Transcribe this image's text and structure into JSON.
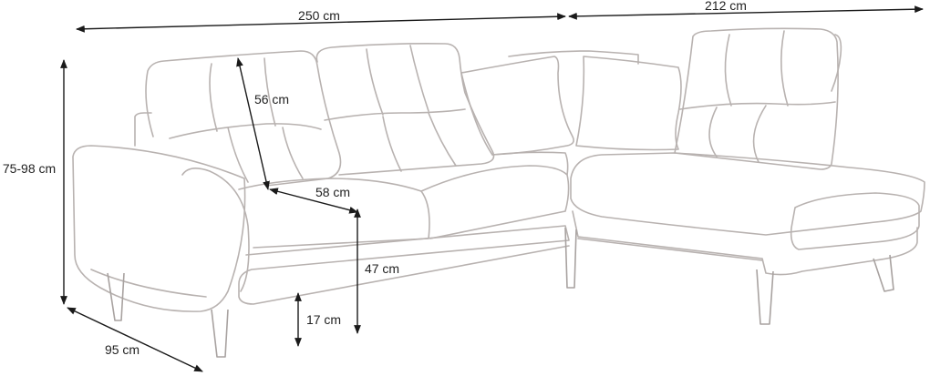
{
  "dimensions": {
    "width_main": "250 cm",
    "width_chaise": "212 cm",
    "height_total": "75-98 cm",
    "depth": "95 cm",
    "backrest_height": "56 cm",
    "seat_depth": "58 cm",
    "seat_height": "47 cm",
    "leg_height": "17 cm"
  },
  "colors": {
    "outline": "#b8b2b0",
    "dimension_line": "#1a1a1a",
    "text": "#222222"
  }
}
